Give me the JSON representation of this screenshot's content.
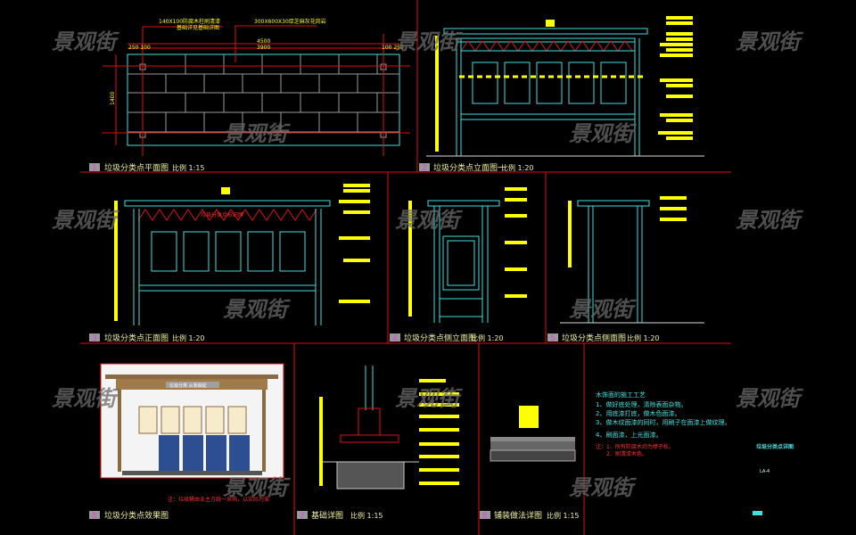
{
  "watermark": "景观街",
  "panels": [
    {
      "num": "1",
      "title": "垃圾分类点平面图",
      "scale": "比例 1:15"
    },
    {
      "num": "2",
      "title": "垃圾分类点立面图一",
      "scale": "比例 1:20"
    },
    {
      "num": "3",
      "title": "垃圾分类点正面图",
      "scale": "比例 1:20"
    },
    {
      "num": "4",
      "title": "垃圾分类点侧立面图",
      "scale": "比例 1:20"
    },
    {
      "num": "5",
      "title": "垃圾分类点侧面图",
      "scale": "比例 1:20"
    },
    {
      "num": "6",
      "title": "垃圾分类点效果图",
      "scale": ""
    },
    {
      "num": "7",
      "title": "基础详图",
      "scale": "比例 1:15"
    },
    {
      "num": "8",
      "title": "铺装做法详图",
      "scale": "比例 1:15"
    }
  ],
  "plan": {
    "dims": {
      "total": "4500",
      "inner": "3900",
      "left": "250 100",
      "right": "100 250",
      "height": "1400"
    },
    "callout1": [
      "140X100防腐木柱刷清漆",
      "基础详见基础详图"
    ],
    "callout2": [
      "300X600X30厚芝麻灰花岗岩"
    ]
  },
  "front_sign": "垃圾分类点标识牌",
  "photo_sign": "垃圾分类 从我做起",
  "photo_note": "注：垃圾桶由业主方统一采购，以实际为准",
  "notes": {
    "heading": "木饰面的施工工艺",
    "items": [
      "1、做好底处理，清除表面杂物。",
      "2、用底漆打底，做木色面漆。",
      "3、做木纹面漆的同时，用刷子在面漆上做纹理。",
      "4、刷面漆，上光面漆。"
    ],
    "red": [
      "注：1、所有防腐木均为樟子松，",
      "2、刷清漆木色。"
    ]
  },
  "title_block": {
    "name": "垃圾分类点详图",
    "code": "LA-4"
  },
  "colors": {
    "bg": "#000000",
    "frame": "#e01010",
    "line": "#40e0e0",
    "dim": "#ffff00",
    "watermark": "#6a6a6a"
  }
}
